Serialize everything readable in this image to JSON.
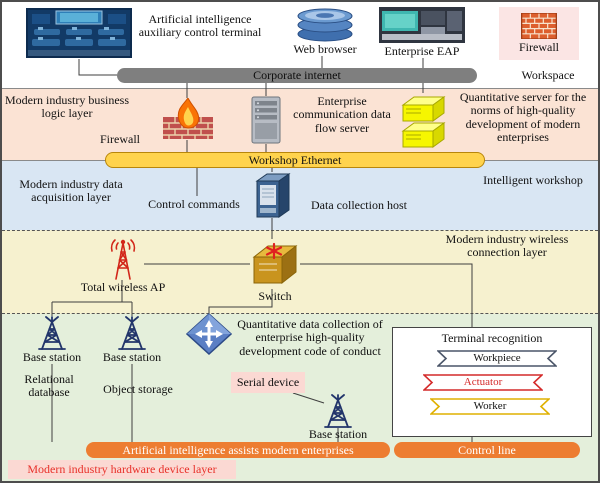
{
  "colors": {
    "band-top": "#ffffff",
    "band-business": "#fbe3d4",
    "band-acquisition": "#d9e6f3",
    "band-wireless": "#f6f1cf",
    "band-hardware": "#e4efdb",
    "bar-gray": "#7f7f7f",
    "bar-yellow": "#ffd34d",
    "bar-orange": "#ed7d31",
    "pink-box": "#fbd9d3",
    "red-text": "#e8312a"
  },
  "icons": [
    "control-room-image",
    "web-browser-icon",
    "enterprise-eap-image",
    "firewall-brick-icon",
    "flame-brick-icon",
    "server-tower-icon",
    "yellow-server-icon",
    "data-host-icon",
    "wireless-ap-icon",
    "switch-icon",
    "base-station-icon",
    "diamond-arrows-icon"
  ],
  "top_band": {
    "ai_terminal": "Artificial intelligence auxiliary control terminal",
    "web_browser": "Web browser",
    "enterprise_eap": "Enterprise EAP",
    "firewall": "Firewall",
    "corporate_internet": "Corporate internet",
    "workspace": "Workspace"
  },
  "business_band": {
    "title": "Modern industry business logic layer",
    "firewall": "Firewall",
    "comm_server": "Enterprise communication data flow server",
    "quant_server": "Quantitative server for the norms of high-quality development of modern enterprises",
    "workshop_ethernet": "Workshop Ethernet"
  },
  "acquisition_band": {
    "title": "Modern industry data acquisition layer",
    "control_commands": "Control commands",
    "data_host": "Data collection host",
    "intelligent_workshop": "Intelligent workshop"
  },
  "wireless_band": {
    "title": "Modern industry wireless connection layer",
    "total_ap": "Total wireless AP",
    "switch": "Switch"
  },
  "hardware_band": {
    "base_station": "Base station",
    "relational_database": "Relational database",
    "object_storage": "Object storage",
    "quant_collection": "Quantitative data collection of enterprise high-quality development code of conduct",
    "serial_device": "Serial device",
    "terminal_recognition": "Terminal recognition",
    "ribbons": [
      "Workpiece",
      "Actuator",
      "Worker"
    ],
    "ai_assists": "Artificial intelligence assists modern enterprises",
    "control_line": "Control line",
    "layer_label": "Modern industry hardware device layer"
  }
}
